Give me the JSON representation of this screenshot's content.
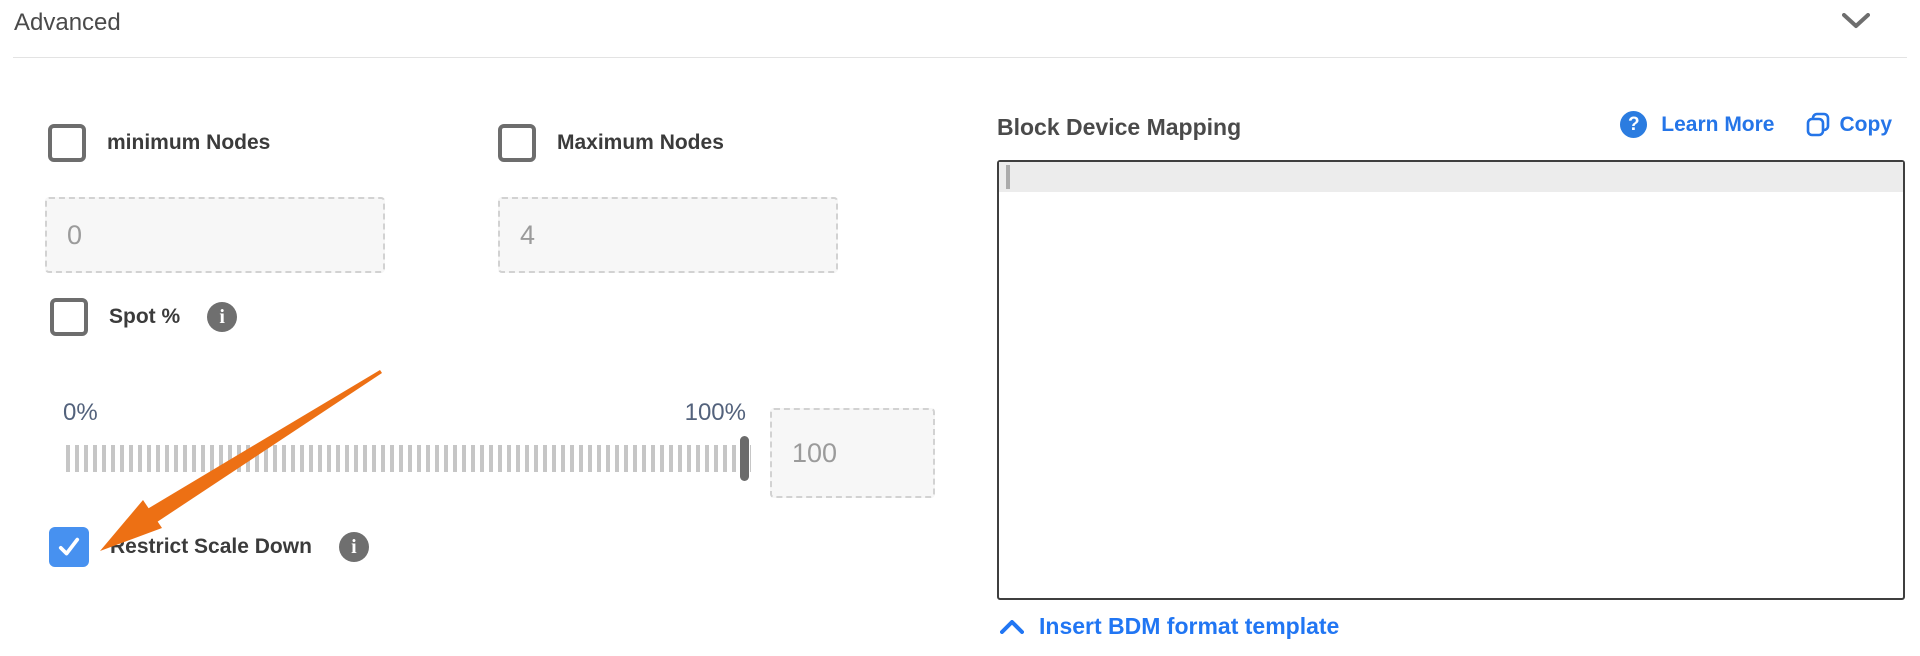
{
  "header": {
    "title": "Advanced"
  },
  "form": {
    "min_nodes": {
      "label": "minimum Nodes",
      "value": "0",
      "checked": false
    },
    "max_nodes": {
      "label": "Maximum Nodes",
      "value": "4",
      "checked": false
    },
    "spot": {
      "label": "Spot %",
      "checked": false
    },
    "slider": {
      "min_label": "0%",
      "max_label": "100%",
      "value": "100"
    },
    "restrict": {
      "label": "Restrict Scale Down",
      "checked": true
    }
  },
  "bdm": {
    "title": "Block Device Mapping",
    "help_glyph": "?",
    "learn_more_label": "Learn More",
    "copy_label": "Copy",
    "editor_content": "",
    "insert_template_label": "Insert BDM format template"
  },
  "icons": {
    "info_glyph": "i"
  },
  "colors": {
    "link_blue": "#2575e8",
    "help_blue": "#2b7ce0",
    "checked_checkbox_blue": "#4791f0",
    "arrow_orange": "#ed7014",
    "slider_label_slate": "#53627c",
    "editor_border": "#3f3f3f"
  }
}
